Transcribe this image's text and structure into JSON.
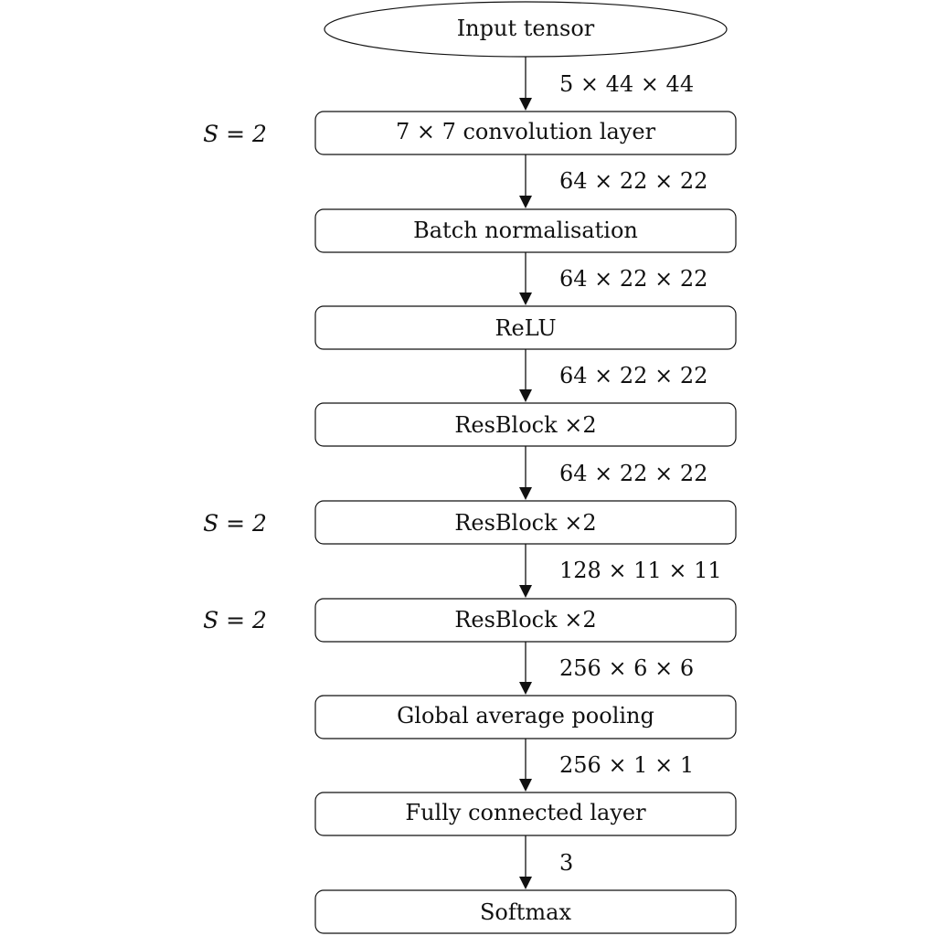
{
  "input": {
    "label": "Input tensor"
  },
  "layers": [
    {
      "label": "7 × 7 convolution layer",
      "stride": "S = 2"
    },
    {
      "label": "Batch normalisation",
      "stride": ""
    },
    {
      "label": "ReLU",
      "stride": ""
    },
    {
      "label": "ResBlock ×2",
      "stride": ""
    },
    {
      "label": "ResBlock ×2",
      "stride": "S = 2"
    },
    {
      "label": "ResBlock ×2",
      "stride": "S = 2"
    },
    {
      "label": "Global average pooling",
      "stride": ""
    },
    {
      "label": "Fully connected layer",
      "stride": ""
    },
    {
      "label": "Softmax",
      "stride": ""
    }
  ],
  "dims": [
    "5 × 44 × 44",
    "64 × 22 × 22",
    "64 × 22 × 22",
    "64 × 22 × 22",
    "64 × 22 × 22",
    "128 × 11 × 11",
    "256 × 6 × 6",
    "256 × 1 × 1",
    "3"
  ]
}
